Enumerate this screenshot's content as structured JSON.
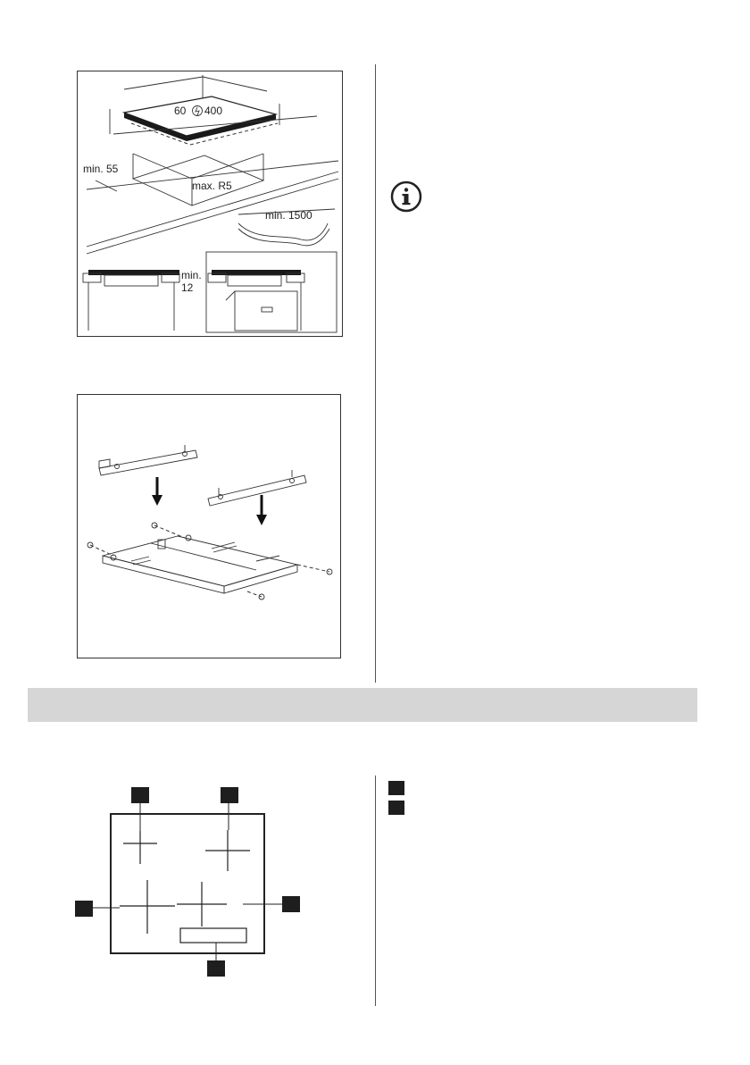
{
  "fig1": {
    "dim_60": "60",
    "dim_400": "400",
    "min_55": "min. 55",
    "max_r5": "max. R5",
    "min_1500": "min. 1500",
    "min_12_a": "min.",
    "min_12_b": "12"
  },
  "info_icon": "info-icon",
  "fig2": {
    "description_icon": "installation-brackets"
  },
  "section_band": "",
  "fig3": {
    "marker_count": 5
  },
  "legend": {
    "items": [
      "",
      ""
    ]
  }
}
